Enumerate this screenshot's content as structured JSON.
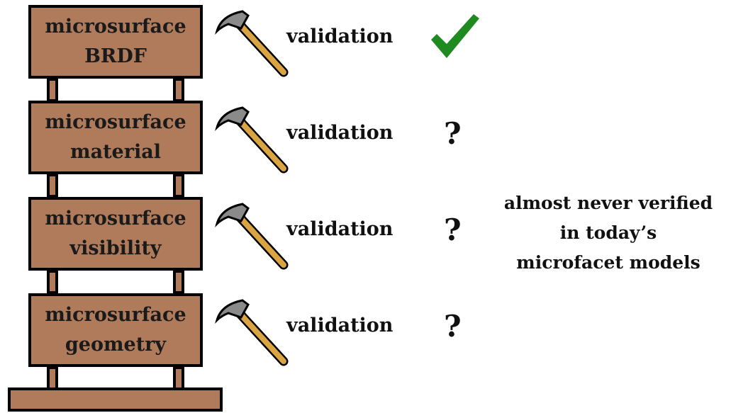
{
  "stack": [
    {
      "line1": "microsurface",
      "line2": "BRDF",
      "validation": "validation",
      "status": "check",
      "status_icon": "check-icon"
    },
    {
      "line1": "microsurface",
      "line2": "material",
      "validation": "validation",
      "status": "?"
    },
    {
      "line1": "microsurface",
      "line2": "visibility",
      "validation": "validation",
      "status": "?"
    },
    {
      "line1": "microsurface",
      "line2": "geometry",
      "validation": "validation",
      "status": "?"
    }
  ],
  "note": {
    "line1": "almost never verified",
    "line2": "in today’s",
    "line3": "microfacet models"
  },
  "colors": {
    "wood": "#b07b5b",
    "hammer_handle": "#d9a441",
    "hammer_head": "#8a8a8a",
    "check": "#1f8a1f"
  }
}
